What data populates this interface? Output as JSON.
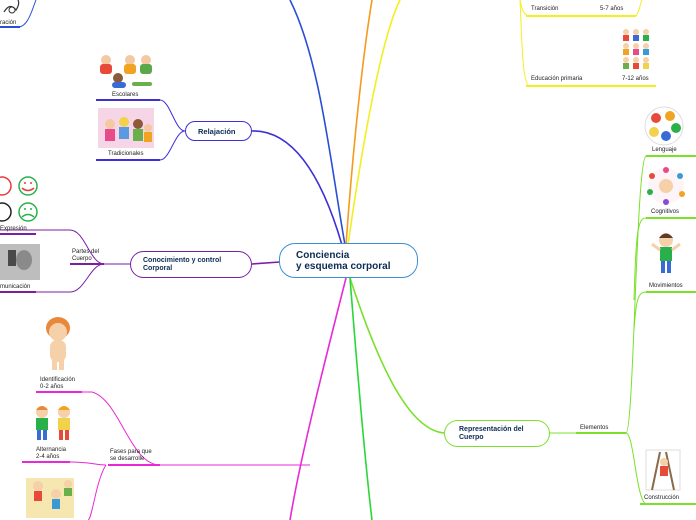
{
  "central": {
    "line1": "Conciencia",
    "line2": "y esquema corporal"
  },
  "branches": {
    "relajacion": "Relajación",
    "conocimiento": "Conocimiento y control\nCorporal",
    "representacion": "Representación del\nCuerpo"
  },
  "labels": {
    "escolares": "Escolares",
    "tradicionales": "Tradicionales",
    "partes": "Partes del\nCuerpo",
    "expresion": "Expresión",
    "comunicacion": "municación",
    "exploracion": "ración",
    "identificacion": "Identificación\n0-2 años",
    "alternancia": "Alternancia\n2-4 años",
    "fases": "Fases para que\nse desarrolle",
    "transicion": "Transición",
    "transicion_age": "5-7 años",
    "primaria": "Educación primaria",
    "primaria_age": "7-12 años",
    "elementos": "Elementos",
    "lenguaje": "Lenguaje",
    "cognitivos": "Cognitivos",
    "movimientos": "Movimientos",
    "construccion": "Construcción"
  },
  "colors": {
    "blue": "#2a4fd6",
    "purple": "#7a1fa2",
    "green": "#7ae02a",
    "yellow": "#f2ef21",
    "orange": "#f59a1c",
    "magenta": "#e82ad6",
    "center": "#3b8fd6"
  }
}
